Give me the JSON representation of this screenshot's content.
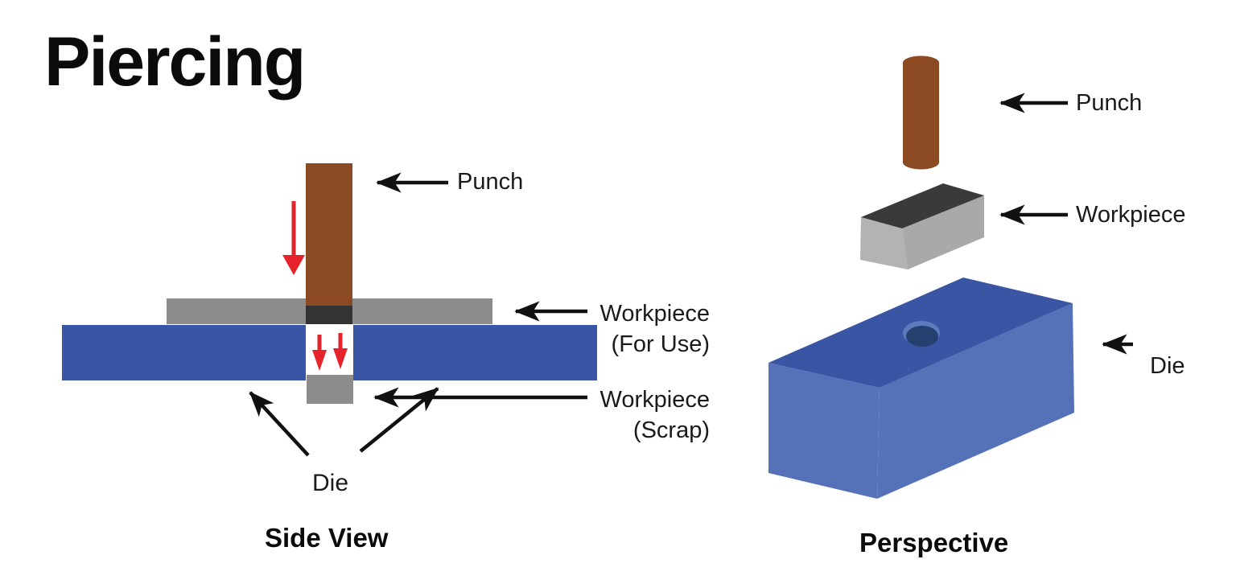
{
  "title": "Piercing",
  "colors": {
    "punch": "#8B4A21",
    "workpiece_gray": "#8C8C8C",
    "punch_tip_dark": "#333333",
    "die_blue": "#3A55A5",
    "die_top_blue": "#3A55A4",
    "die_face_blue": "#5571B8",
    "hole_dark_blue": "#24406F",
    "hole_ring_blue": "#5E7ABD",
    "workpiece_top_dark": "#3A3A3A",
    "workpiece_face_gray": "#B3B3B3",
    "workpiece_side_gray": "#A9A9A9",
    "arrow_black": "#111111",
    "arrow_red": "#E5232B"
  },
  "side_view": {
    "caption": "Side View",
    "labels": {
      "punch": "Punch",
      "workpiece_use_line1": "Workpiece",
      "workpiece_use_line2": "(For Use)",
      "workpiece_scrap_line1": "Workpiece",
      "workpiece_scrap_line2": "(Scrap)",
      "die": "Die"
    }
  },
  "perspective_view": {
    "caption": "Perspective",
    "labels": {
      "punch": "Punch",
      "workpiece": "Workpiece",
      "die": "Die"
    }
  }
}
